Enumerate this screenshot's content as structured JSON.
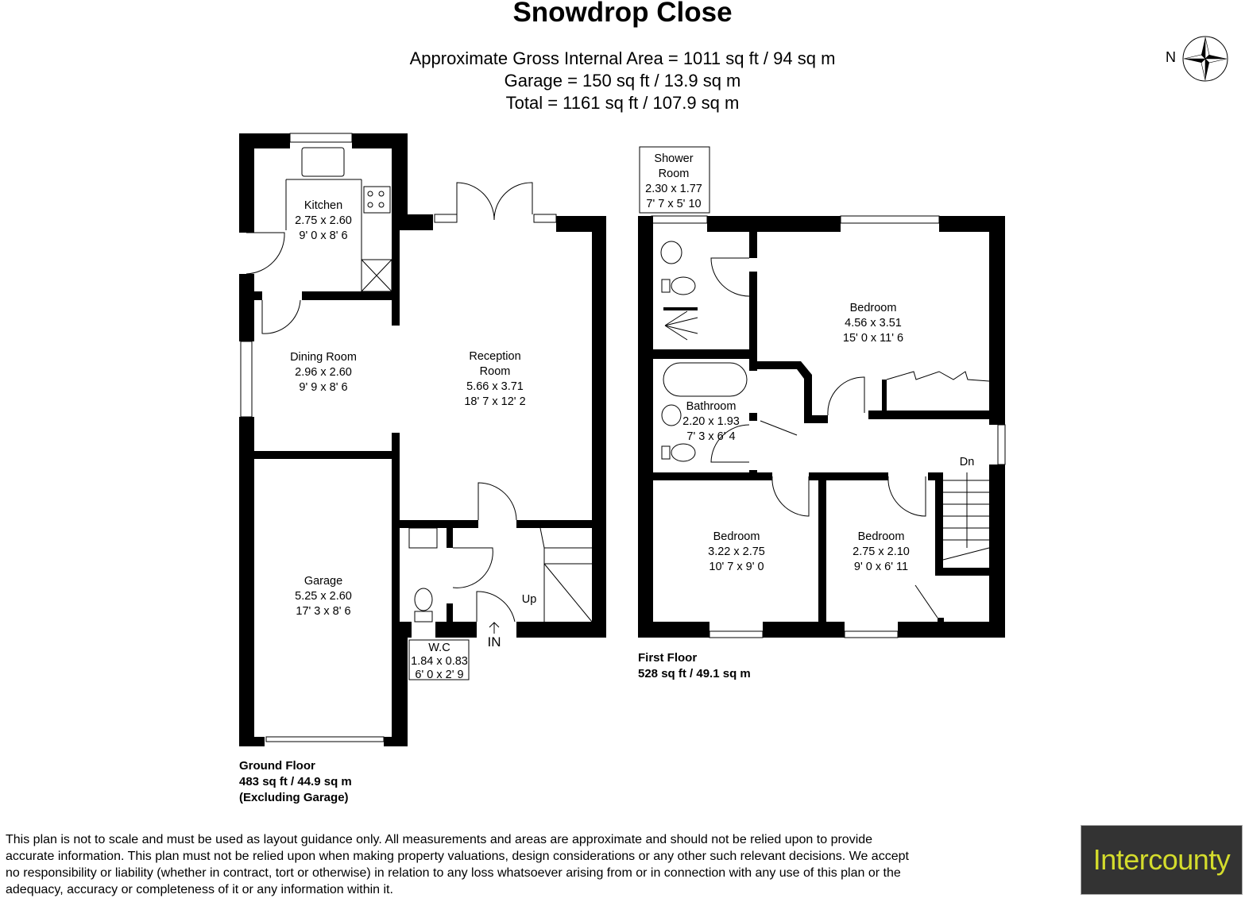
{
  "title": "Snowdrop Close",
  "areas": {
    "gross": "Approximate Gross Internal Area = 1011 sq ft / 94 sq m",
    "garage": "Garage = 150 sq ft / 13.9 sq m",
    "total": "Total = 1161 sq ft / 107.9 sq m"
  },
  "compass": {
    "label": "N",
    "icon": "compass-rose-icon"
  },
  "ground_floor": {
    "name": "Ground Floor",
    "area": "483 sq ft / 44.9 sq m",
    "note": "(Excluding Garage)",
    "rooms": [
      {
        "name": "Kitchen",
        "metric": "2.75 x 2.60",
        "imperial": "9' 0 x 8' 6"
      },
      {
        "name": "Dining Room",
        "metric": "2.96 x 2.60",
        "imperial": "9' 9 x 8' 6"
      },
      {
        "name": "Reception",
        "name2": "Room",
        "metric": "5.66 x 3.71",
        "imperial": "18' 7 x 12' 2"
      },
      {
        "name": "Garage",
        "metric": "5.25 x 2.60",
        "imperial": "17' 3 x 8' 6"
      },
      {
        "name": "W.C",
        "metric": "1.84 x 0.83",
        "imperial": "6' 0 x 2' 9"
      }
    ],
    "labels": {
      "up": "Up",
      "entrance": "IN"
    }
  },
  "first_floor": {
    "name": "First Floor",
    "area": "528 sq ft / 49.1 sq m",
    "rooms": [
      {
        "name": "Shower",
        "name2": "Room",
        "metric": "2.30 x 1.77",
        "imperial": "7' 7 x 5' 10"
      },
      {
        "name": "Bedroom",
        "metric": "4.56 x 3.51",
        "imperial": "15' 0 x 11' 6"
      },
      {
        "name": "Bathroom",
        "metric": "2.20 x 1.93",
        "imperial": "7' 3 x 6' 4"
      },
      {
        "name": "Bedroom",
        "metric": "3.22 x 2.75",
        "imperial": "10' 7 x 9' 0"
      },
      {
        "name": "Bedroom",
        "metric": "2.75 x 2.10",
        "imperial": "9' 0 x 6' 11"
      }
    ],
    "labels": {
      "down": "Dn"
    }
  },
  "disclaimer": "This plan is not to scale and must be used as layout guidance only. All measurements and areas are approximate and should not be relied upon to provide accurate information. This plan must not be relied upon when making property valuations, design considerations or any other such relevant decisions. We accept no responsibility or liability (whether in contract, tort or otherwise) in relation to any loss whatsoever arising from or in connection with any use of this plan or the adequacy, accuracy or completeness of it or any information within it.",
  "logo": {
    "text": "Intercounty",
    "background": "#333333",
    "color": "#d4dc2c"
  }
}
